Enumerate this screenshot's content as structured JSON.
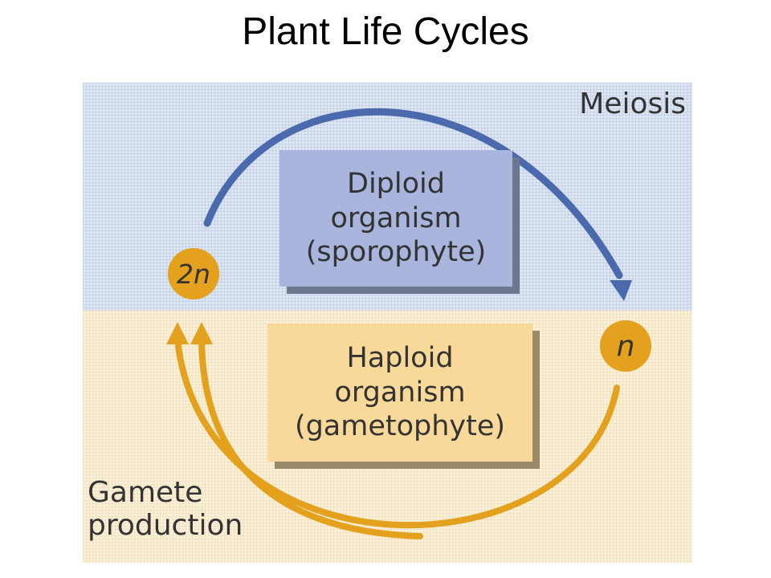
{
  "title": "Plant Life Cycles",
  "diagram": {
    "meiosis_label": "Meiosis",
    "gamete_label_line1": "Gamete",
    "gamete_label_line2": "production",
    "diploid_box": {
      "line1": "Diploid",
      "line2": "organism",
      "line3": "(sporophyte)"
    },
    "haploid_box": {
      "line1": "Haploid",
      "line2": "organism",
      "line3": "(gametophyte)"
    },
    "diploid_symbol": "2n",
    "haploid_symbol": "n"
  },
  "colors": {
    "diploid_zone": "#dde6f2",
    "haploid_zone": "#fbf1d9",
    "diploid_box": "#a9b5dc",
    "haploid_box": "#f9d99a",
    "meiosis_arrow": "#4a6aad",
    "gamete_arrow": "#e3a11e",
    "ploidy_circle": "#e3a11e"
  }
}
